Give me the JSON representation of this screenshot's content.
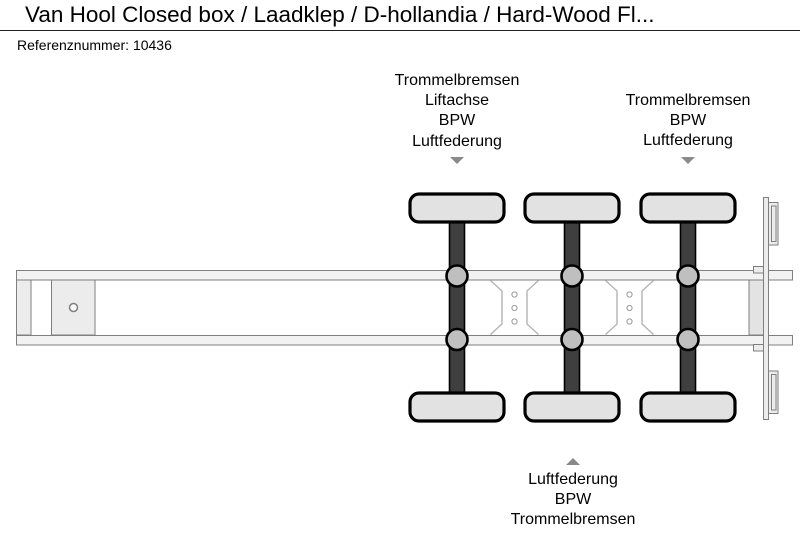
{
  "header": {
    "title": "Van Hool Closed box / Laadklep / D-hollandia / Hard-Wood Fl...",
    "reference_label": "Referenznummer:",
    "reference_value": "10436"
  },
  "annotations": {
    "front_axle_group": {
      "lines": [
        "Trommelbremsen",
        "Liftachse",
        "BPW",
        "Luftfederung"
      ],
      "arrow_icon": "triangle-down"
    },
    "rear_axle_group": {
      "lines": [
        "Trommelbremsen",
        "BPW",
        "Luftfederung"
      ],
      "arrow_icon": "triangle-down"
    },
    "bottom_axle_group": {
      "arrow_icon": "triangle-up",
      "lines": [
        "Luftfederung",
        "BPW",
        "Trommelbremsen"
      ]
    }
  },
  "diagram": {
    "type": "semi-trailer-chassis-top-view",
    "axle_count": 3,
    "arrow_color": "#8a8a8a",
    "colors": {
      "frame_fill": "#f2f2f2",
      "frame_stroke": "#7f7f7f",
      "plate_fill": "#ececec",
      "wheel_fill": "#e2e2e2",
      "axle_fill": "#3f3f3f",
      "suspension_circle_fill": "#bfbfbf",
      "outline": "#000000"
    }
  }
}
